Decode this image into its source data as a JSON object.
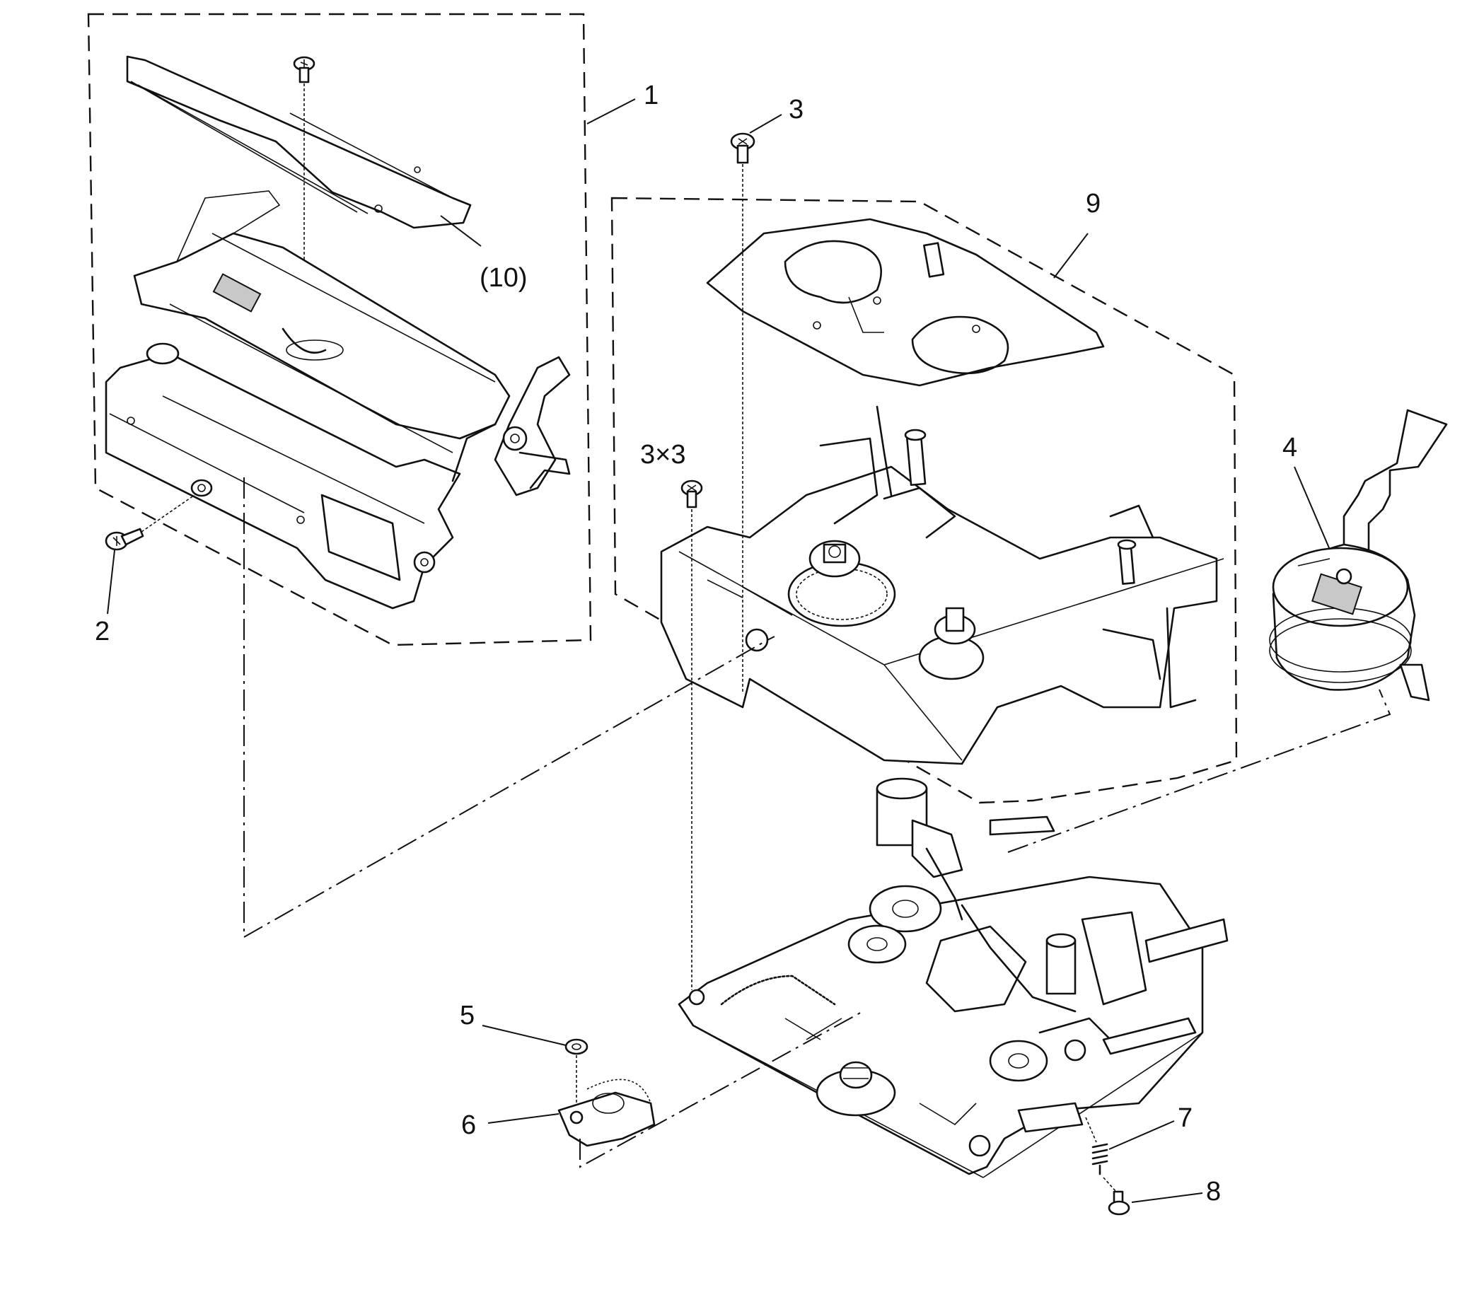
{
  "callouts": {
    "c1": "1",
    "c2": "2",
    "c3": "3",
    "c3x3": "3×3",
    "c4": "4",
    "c5": "5",
    "c6": "6",
    "c7": "7",
    "c8": "8",
    "c9": "9",
    "c10": "(10)"
  },
  "colors": {
    "ink": "#111111",
    "paper": "#ffffff",
    "shade": "#c8c8c8"
  },
  "icons": [
    "screw-icon",
    "washer-icon",
    "gear-icon",
    "drum-icon"
  ]
}
